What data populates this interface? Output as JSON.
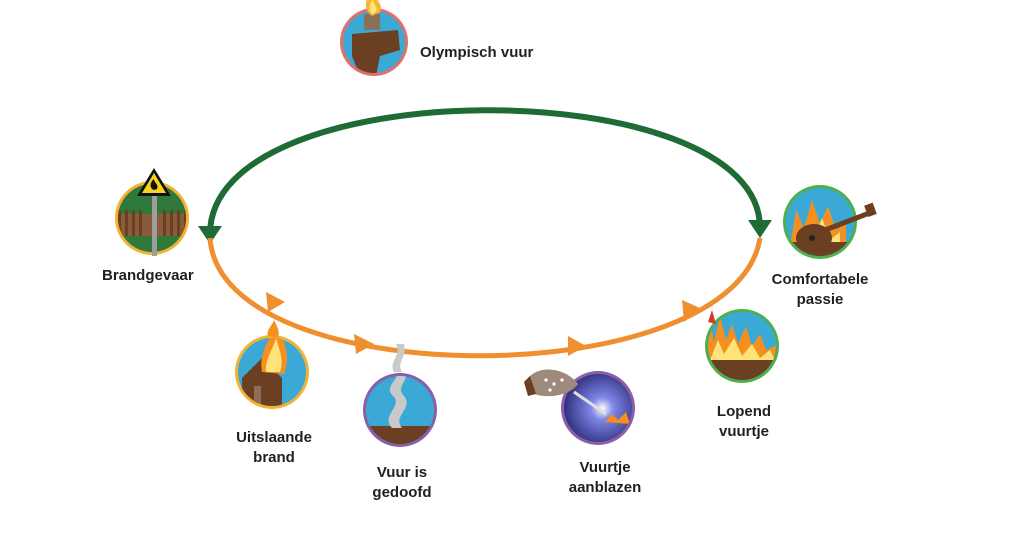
{
  "colors": {
    "green_arrow": "#1f6b35",
    "orange_arrow": "#ef8f2e",
    "label_text": "#231f20"
  },
  "stages": {
    "olympic": {
      "label": "Olympisch vuur",
      "icon": "torch-icon",
      "ring": "#e0706a"
    },
    "brandgevaar": {
      "label": "Brandgevaar",
      "icon": "fire-warning-sign-icon",
      "ring": "#f2b233"
    },
    "uitslaande": {
      "label_line1": "Uitslaande",
      "label_line2": "brand",
      "icon": "burning-house-icon",
      "ring": "#f2b233"
    },
    "gedoofd": {
      "label_line1": "Vuur is",
      "label_line2": "gedoofd",
      "icon": "smoke-icon",
      "ring": "#8a5fa8"
    },
    "aanblazen": {
      "label_line1": "Vuurtje",
      "label_line2": "aanblazen",
      "icon": "bellows-icon",
      "ring": "#8a5fa8"
    },
    "lopend": {
      "label_line1": "Lopend",
      "label_line2": "vuurtje",
      "icon": "small-fire-icon",
      "ring": "#4caf50"
    },
    "comfortabel": {
      "label_line1": "Comfortabele",
      "label_line2": "passie",
      "icon": "guitar-campfire-icon",
      "ring": "#4caf50"
    }
  }
}
